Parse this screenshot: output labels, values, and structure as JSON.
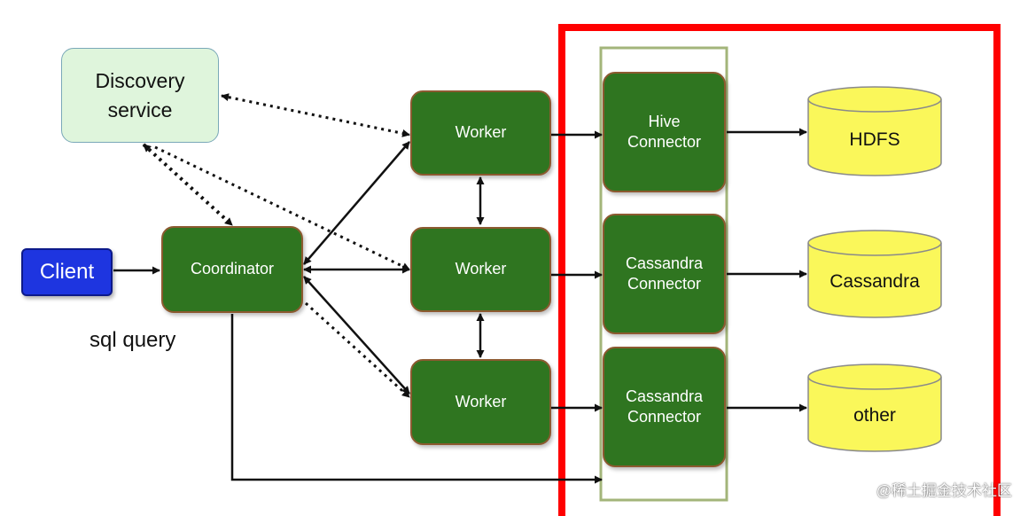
{
  "nodes": {
    "discovery": "Discovery\nservice",
    "client": "Client",
    "coordinator": "Coordinator",
    "worker_1": "Worker",
    "worker_2": "Worker",
    "worker_3": "Worker",
    "hive_connector": "Hive\nConnector",
    "cassandra_connector_1": "Cassandra\nConnector",
    "cassandra_connector_2": "Cassandra\nConnector"
  },
  "stores": {
    "hdfs": "HDFS",
    "cassandra": "Cassandra",
    "other": "other"
  },
  "labels": {
    "sql_query": "sql query"
  },
  "watermark": "@稀土掘金技术社区",
  "colors": {
    "node_fill": "#2f7520",
    "node_border": "#8c5a30",
    "discovery_fill": "#dff5dc",
    "client_fill": "#1e35e0",
    "store_fill": "#faf75a",
    "highlight_red": "#ff0000",
    "connector_frame": "#a3b57a"
  }
}
